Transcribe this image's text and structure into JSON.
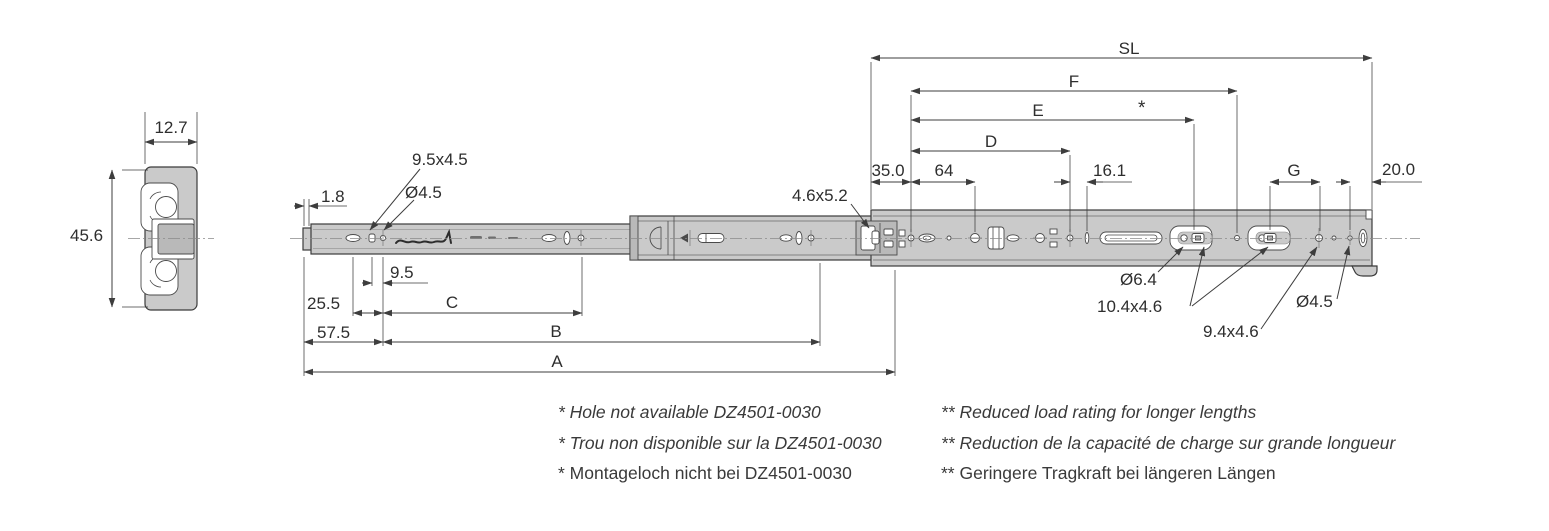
{
  "drawing": {
    "product": "DZ4501",
    "view_type": "drawer-slide technical drawing"
  },
  "dims": {
    "w127": "12.7",
    "h456": "45.6",
    "slot9545": "9.5x4.5",
    "dia45": "Ø4.5",
    "d18": "1.8",
    "d95": "9.5",
    "d255": "25.5",
    "c": "C",
    "d575": "57.5",
    "b": "B",
    "a": "A",
    "slot4652": "4.6x5.2",
    "sl": "SL",
    "f": "F",
    "e": "E",
    "star": "*",
    "d": "D",
    "d350": "35.0",
    "d64": "64",
    "d161": "16.1",
    "g": "G",
    "d200": "20.0",
    "dia64": "Ø6.4",
    "slot10446": "10.4x4.6",
    "slot9446": "9.4x4.6",
    "dia45r": "Ø4.5"
  },
  "footnotes": {
    "left": [
      "* Hole not available DZ4501-0030",
      "* Trou non disponible sur la DZ4501-0030",
      "* Montageloch nicht bei DZ4501-0030"
    ],
    "right": [
      "** Reduced load rating for longer lengths",
      "** Reduction de la capacité de charge sur grande longueur",
      "** Geringere Tragkraft bei längeren Längen"
    ]
  },
  "colors": {
    "rail_fill": "#cacaca",
    "line": "#3d3d3d",
    "background": "#ffffff"
  }
}
